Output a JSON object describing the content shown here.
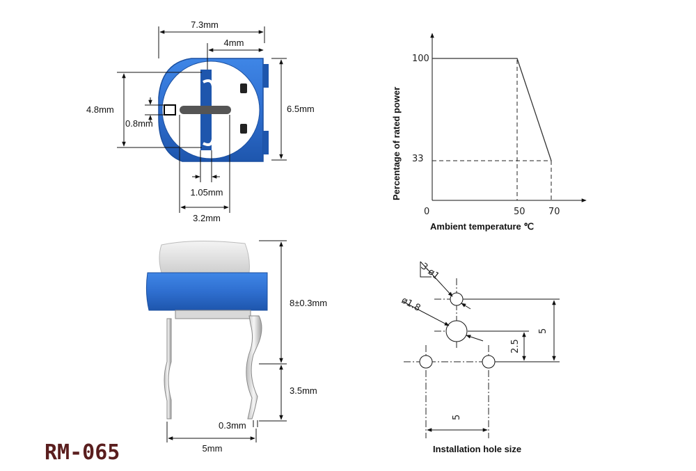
{
  "model": "RM-065",
  "top_view": {
    "dim_width": "7.3mm",
    "dim_4": "4mm",
    "dim_height": "6.5mm",
    "dim_48": "4.8mm",
    "dim_08": "0.8mm",
    "dim_105": "1.05mm",
    "dim_32": "3.2mm"
  },
  "side_view": {
    "dim_8": "8±0.3mm",
    "dim_35": "3.5mm",
    "dim_03": "0.3mm",
    "dim_5": "5mm"
  },
  "derating": {
    "ylabel": "Percentage of rated power",
    "xlabel": "Ambient temperature ℃",
    "y100": "100",
    "y33": "33",
    "x0": "0",
    "x50": "50",
    "x70": "70"
  },
  "holes": {
    "label": "Installation hole size",
    "d1": "3-ø1",
    "d18": "ø1.8",
    "dim_5v": "5",
    "dim_25": "2.5",
    "dim_5h": "5"
  },
  "colors": {
    "body_blue": "#2f6fd0",
    "model_text": "#5a1e1e"
  }
}
